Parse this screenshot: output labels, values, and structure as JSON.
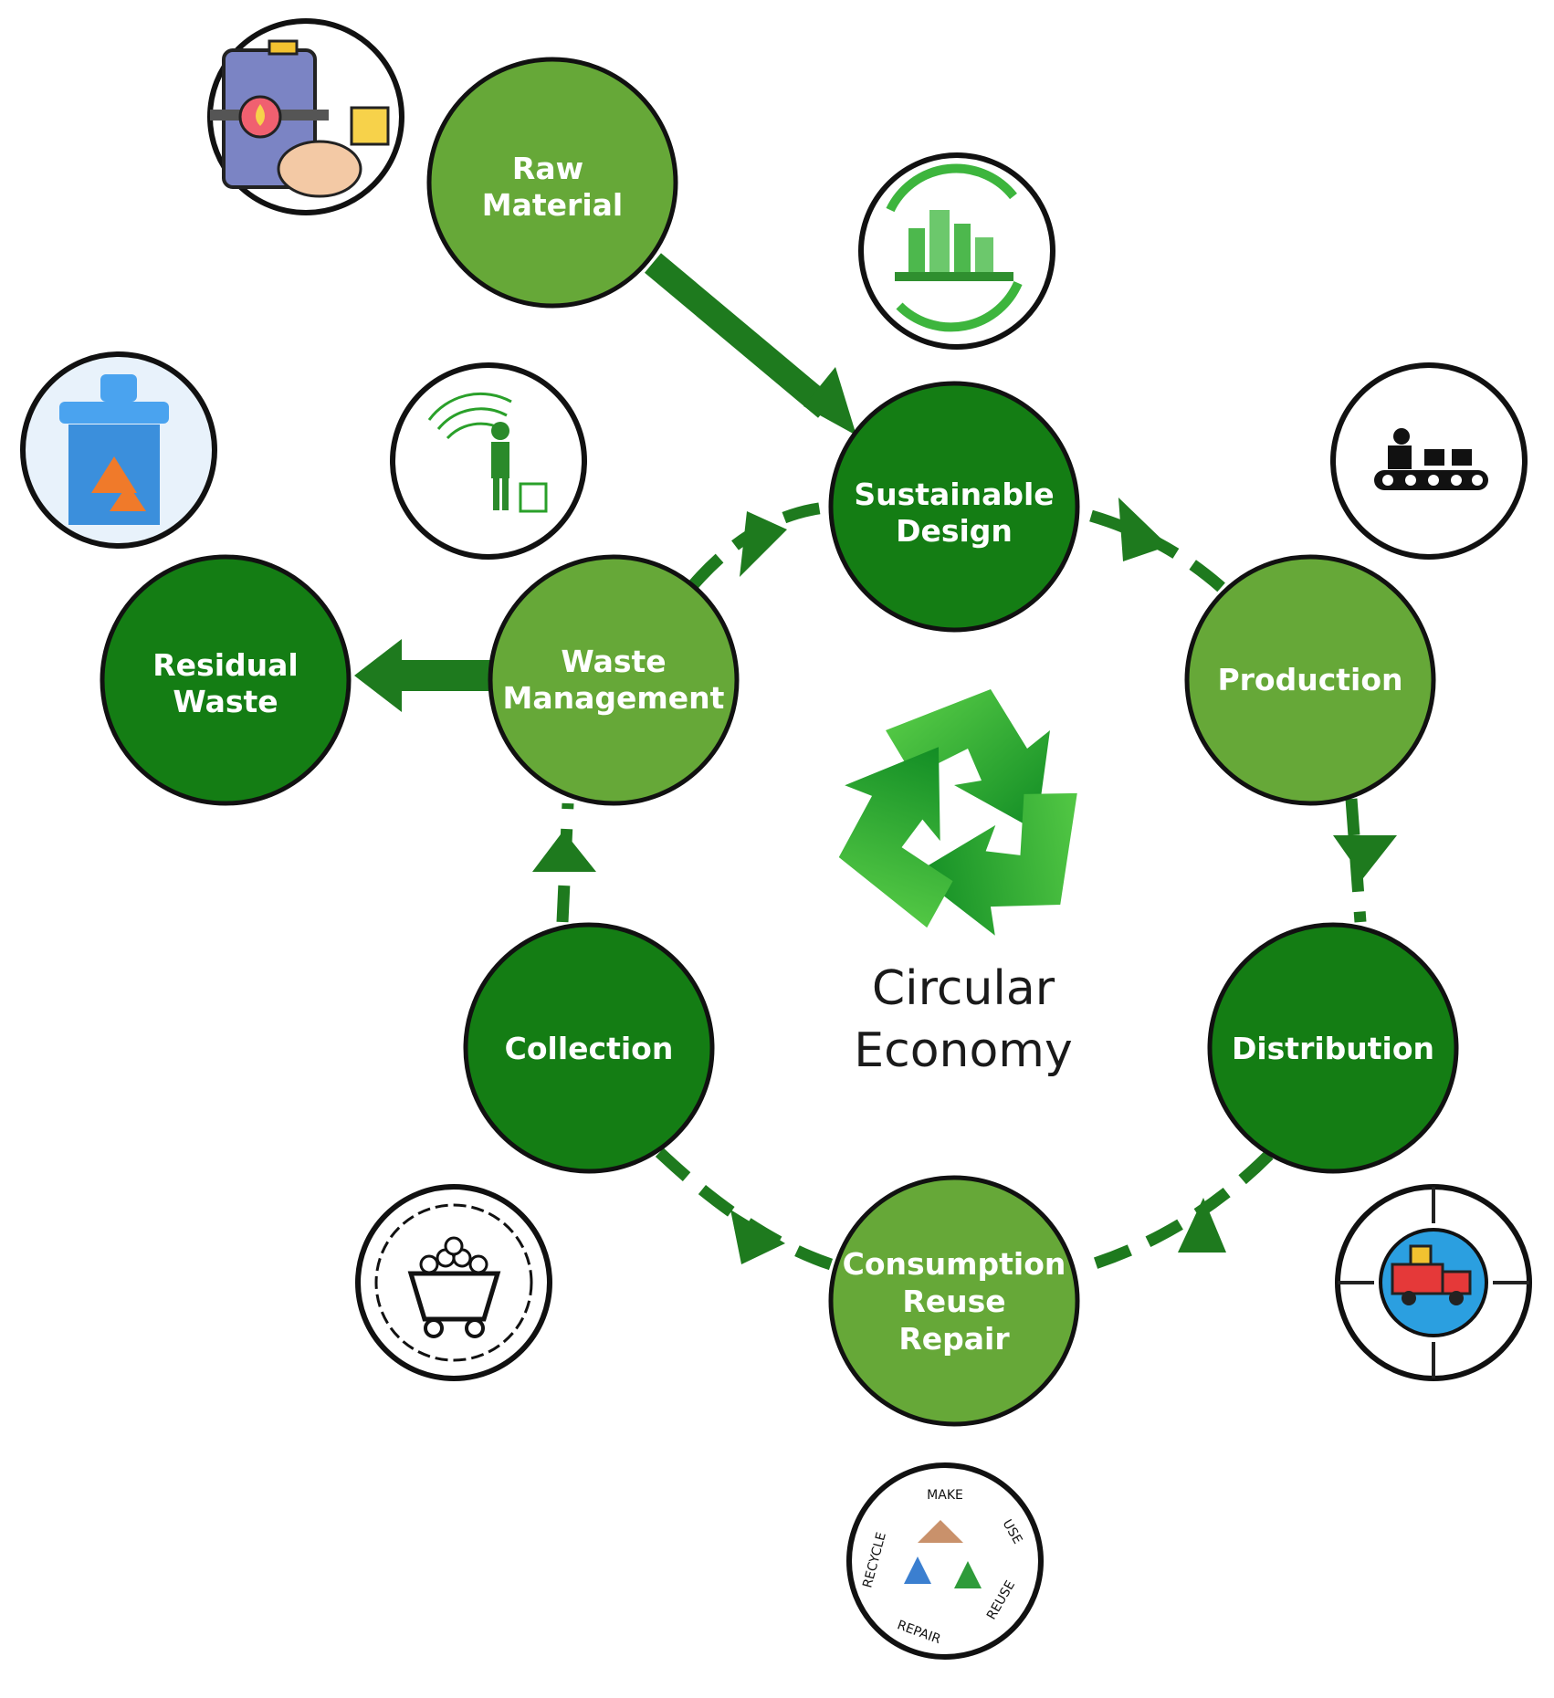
{
  "title": {
    "line1": "Circular",
    "line2": "Economy"
  },
  "nodes": {
    "raw_material": {
      "line1": "Raw",
      "line2": "Material"
    },
    "sustainable_design": {
      "line1": "Sustainable",
      "line2": "Design"
    },
    "production": {
      "line1": "Production"
    },
    "distribution": {
      "line1": "Distribution"
    },
    "consumption": {
      "line1": "Consumption",
      "line2": "Reuse",
      "line3": "Repair"
    },
    "collection": {
      "line1": "Collection"
    },
    "waste_management": {
      "line1": "Waste",
      "line2": "Management"
    },
    "residual_waste": {
      "line1": "Residual",
      "line2": "Waste"
    }
  },
  "emblem": {
    "make": "MAKE",
    "use": "USE",
    "reuse": "REUSE",
    "repair": "REPAIR",
    "recycle": "RECYCLE"
  },
  "colors": {
    "dark_green": "#147d14",
    "light_green": "#66a838",
    "arrow_green": "#1e7a1e",
    "outline": "#111111"
  },
  "icons": [
    "raw-material-icon",
    "sustainable-city-icon",
    "conveyor-belt-icon",
    "recycle-bin-icon",
    "waste-disposal-icon",
    "delivery-truck-icon",
    "mine-cart-icon",
    "make-use-reuse-emblem-icon",
    "recycle-symbol-icon"
  ]
}
